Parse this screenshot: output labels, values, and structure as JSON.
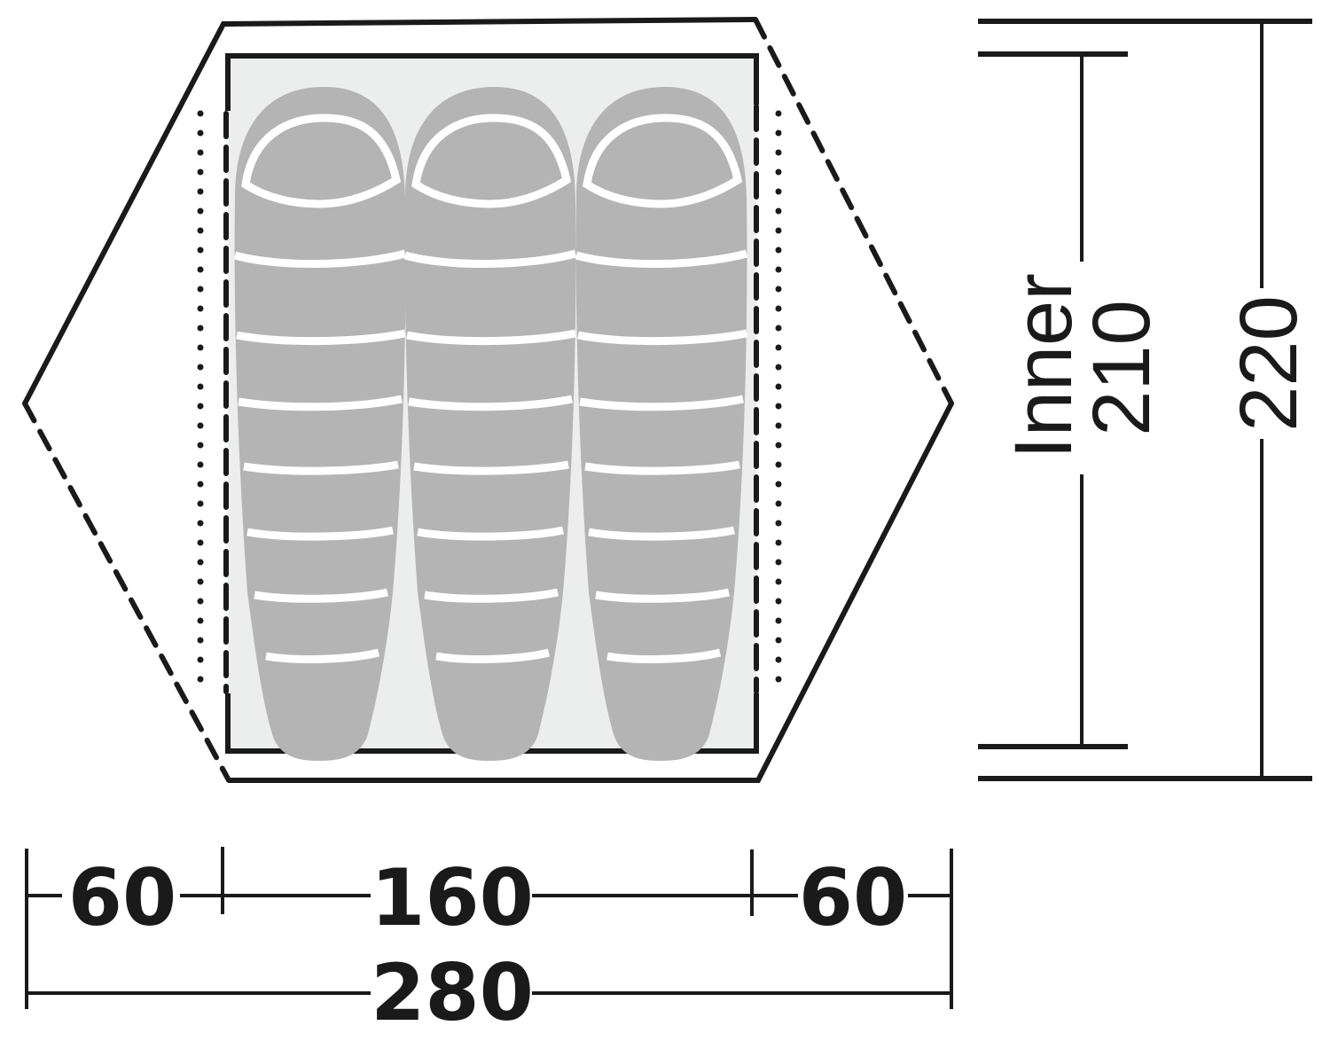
{
  "diagram": {
    "title": "Tent floor plan",
    "colors": {
      "line": "#1a1a1a",
      "inner_fill": "#eceeed",
      "sleeping_bag": "#b3b4b3",
      "stripe": "#ffffff"
    },
    "sleeping_bags": [
      {
        "id": 1,
        "label": "sleeping bag 1"
      },
      {
        "id": 2,
        "label": "sleeping bag 2"
      },
      {
        "id": 3,
        "label": "sleeping bag 3"
      }
    ],
    "dimensions": {
      "horizontal": {
        "left_vestibule": "60",
        "inner_width": "160",
        "right_vestibule": "60",
        "total_width": "280"
      },
      "vertical": {
        "inner_label": "Inner",
        "inner_length": "210",
        "total_length": "220"
      }
    }
  }
}
